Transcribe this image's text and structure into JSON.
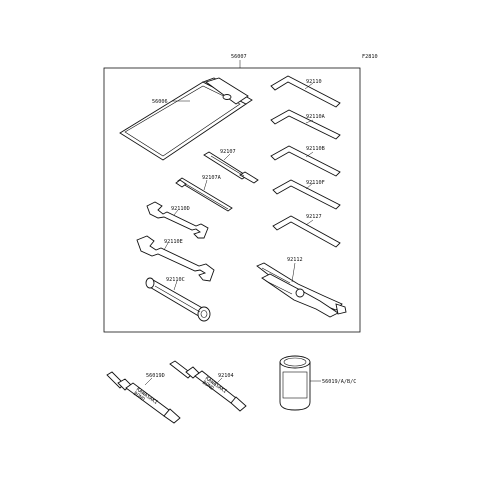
{
  "figure_code": "F2810",
  "labels": {
    "main": "56007",
    "bag": "56006",
    "hex1": "92110",
    "hex2": "92110A",
    "hex3": "92110B",
    "hex4": "92110F",
    "hex5": "92127",
    "driver1": "92107",
    "driver2": "92107A",
    "wrench1": "92110D",
    "wrench2": "92110E",
    "box_wrench": "92110C",
    "pliers": "92112",
    "tube1": "56019D",
    "tube2": "92104",
    "can": "56019/A/B/C"
  },
  "tube_print": "KAWASAKI\nBOND"
}
